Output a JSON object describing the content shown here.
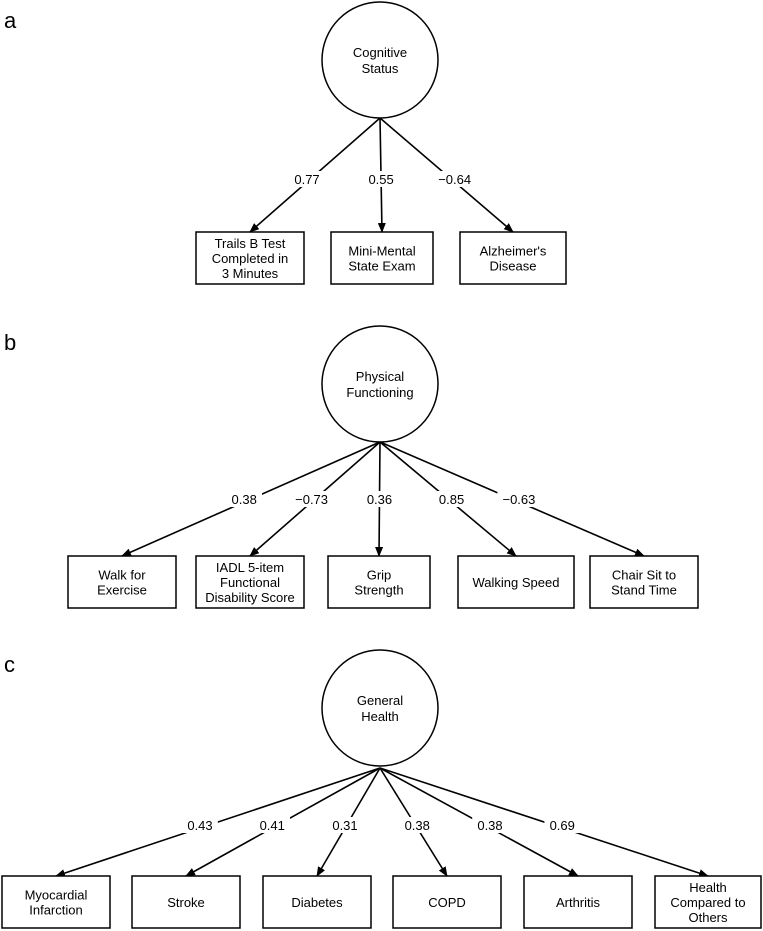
{
  "panels": [
    {
      "letter": "a",
      "latent": [
        "Cognitive",
        "Status"
      ],
      "indicators": [
        {
          "lines": [
            "Trails B Test",
            "Completed in",
            "3 Minutes"
          ],
          "loading": "0.77"
        },
        {
          "lines": [
            "Mini-Mental",
            "State Exam"
          ],
          "loading": "0.55"
        },
        {
          "lines": [
            "Alzheimer's",
            "Disease"
          ],
          "loading": "−0.64"
        }
      ]
    },
    {
      "letter": "b",
      "latent": [
        "Physical",
        "Functioning"
      ],
      "indicators": [
        {
          "lines": [
            "Walk for",
            "Exercise"
          ],
          "loading": "0.38"
        },
        {
          "lines": [
            "IADL 5-item",
            "Functional",
            "Disability Score"
          ],
          "loading": "−0.73"
        },
        {
          "lines": [
            "Grip",
            "Strength"
          ],
          "loading": "0.36"
        },
        {
          "lines": [
            "Walking Speed"
          ],
          "loading": "0.85"
        },
        {
          "lines": [
            "Chair Sit to",
            "Stand Time"
          ],
          "loading": "−0.63"
        }
      ]
    },
    {
      "letter": "c",
      "latent": [
        "General",
        "Health"
      ],
      "indicators": [
        {
          "lines": [
            "Myocardial",
            "Infarction"
          ],
          "loading": "0.43"
        },
        {
          "lines": [
            "Stroke"
          ],
          "loading": "0.41"
        },
        {
          "lines": [
            "Diabetes"
          ],
          "loading": "0.31"
        },
        {
          "lines": [
            "COPD"
          ],
          "loading": "0.38"
        },
        {
          "lines": [
            "Arthritis"
          ],
          "loading": "0.38"
        },
        {
          "lines": [
            "Health",
            "Compared to",
            "Others"
          ],
          "loading": "0.69"
        }
      ]
    }
  ]
}
